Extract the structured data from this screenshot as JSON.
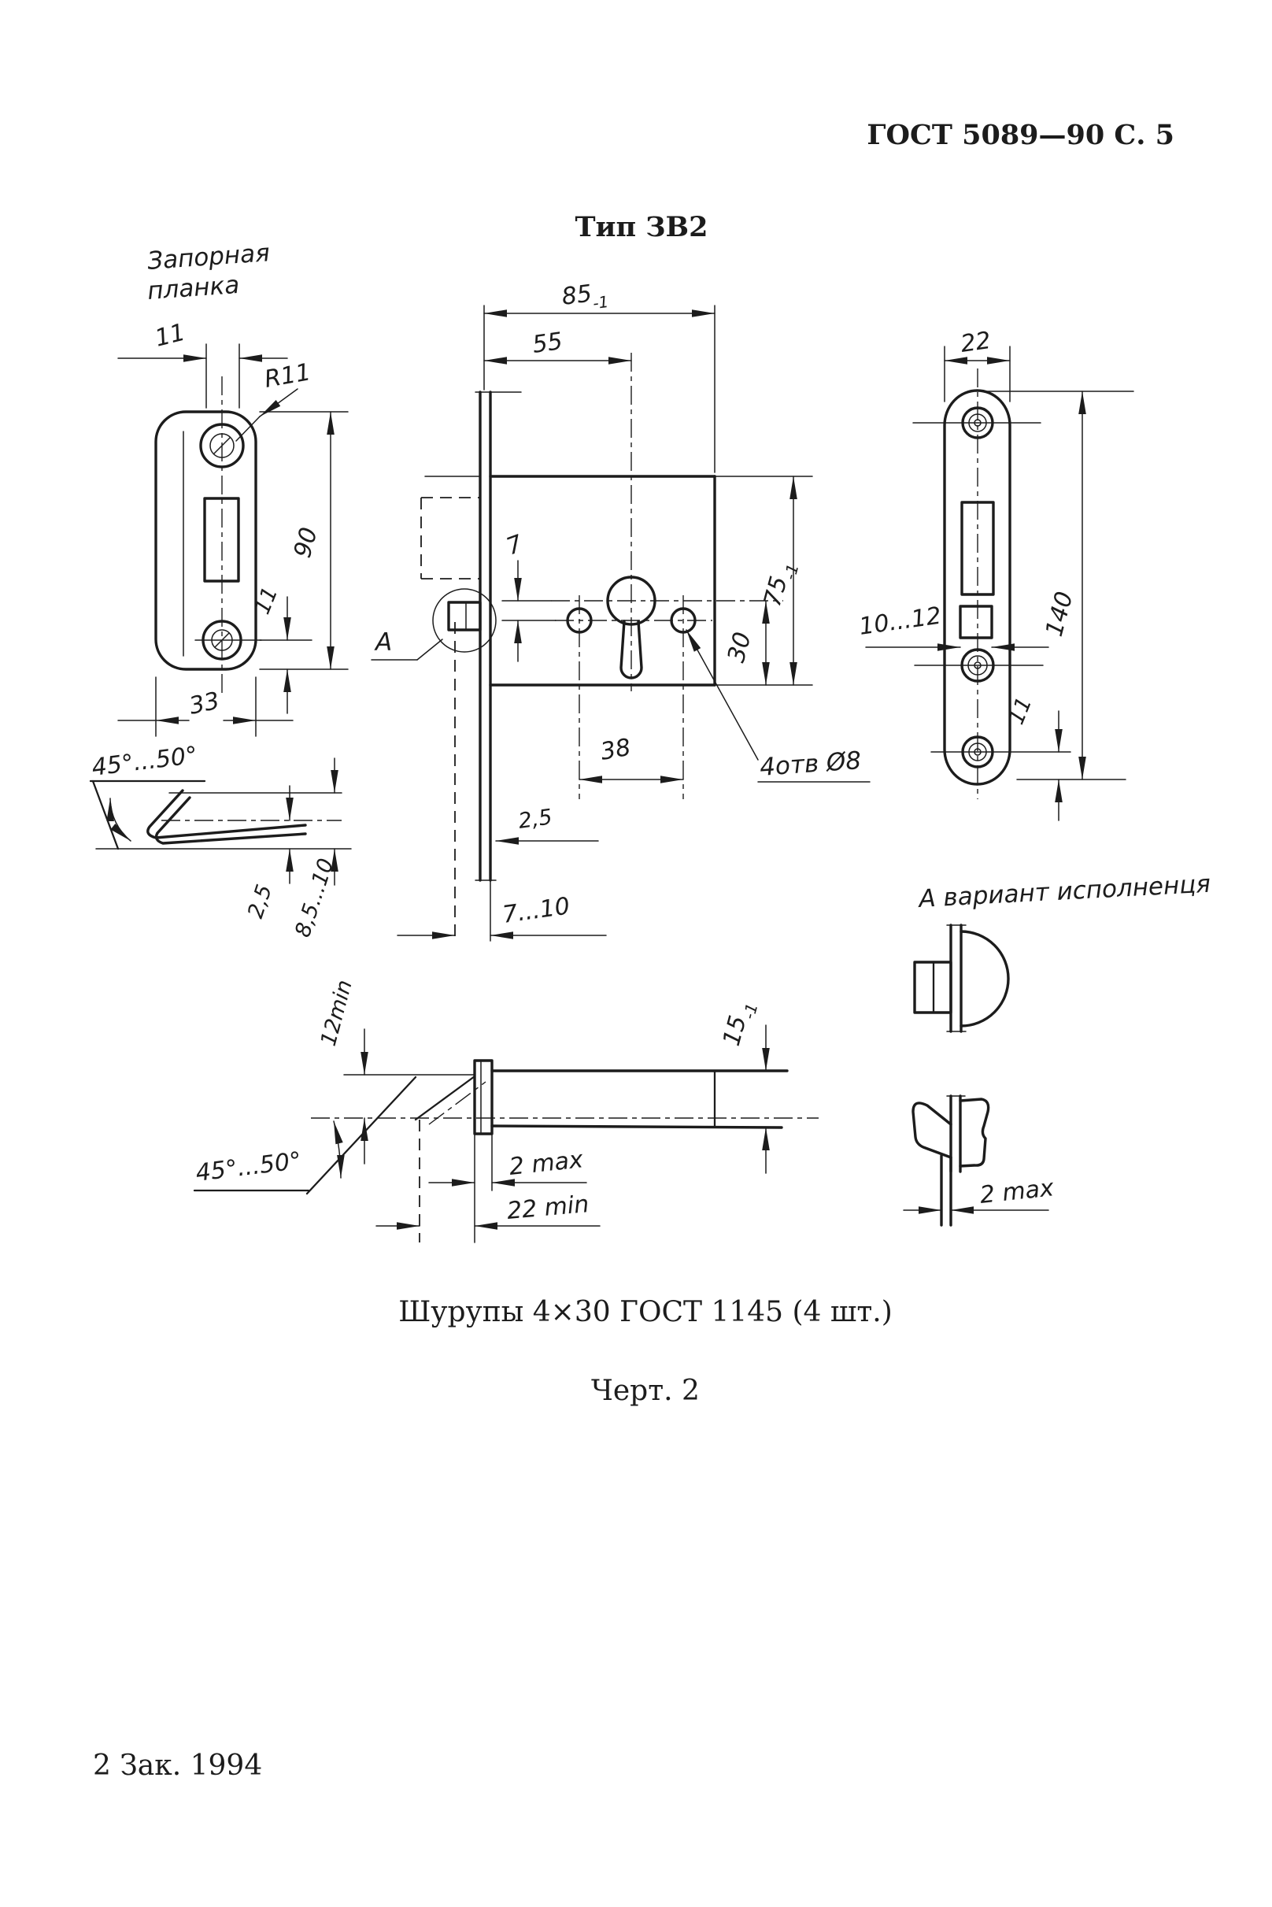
{
  "page": {
    "header": "ГОСТ 5089—90 С. 5",
    "title": "Тип ЗВ2",
    "screws_note": "Шурупы 4×30 ГОСТ 1145 (4 шт.)",
    "figure_caption": "Черт. 2",
    "footer": "2 Зак. 1994"
  },
  "strike_plate": {
    "label_line1": "Запорная",
    "label_line2": "планка",
    "slot_width": "11",
    "corner_radius": "R11",
    "height": "90",
    "hole_offset": "11",
    "width": "33",
    "tongue": {
      "angle": "45°...50°",
      "thickness": "2,5",
      "bend_height": "8,5...10"
    }
  },
  "lock_body": {
    "width_main": "85",
    "width_tol": "-1",
    "backset": "55",
    "center_offset": "7",
    "height_main": "75",
    "height_tol": "-1",
    "axis_to_bottom": "30",
    "holes_span": "38",
    "holes_note": "4отв Ø8",
    "faceplate_thickness": "2,5",
    "faceplate_gap": "7...10",
    "detail_label": "А"
  },
  "faceplate_view": {
    "width": "22",
    "slot_width": "10...12",
    "height": "140",
    "hole_offset": "11"
  },
  "variant": {
    "heading": "А вариант исполненця",
    "stem_thickness": "2 max"
  },
  "bolt": {
    "throw_min": "12min",
    "angle": "45°...50°",
    "height_main": "15",
    "height_tol": "-1",
    "flange_thickness": "2 max",
    "length_min": "22 min"
  }
}
